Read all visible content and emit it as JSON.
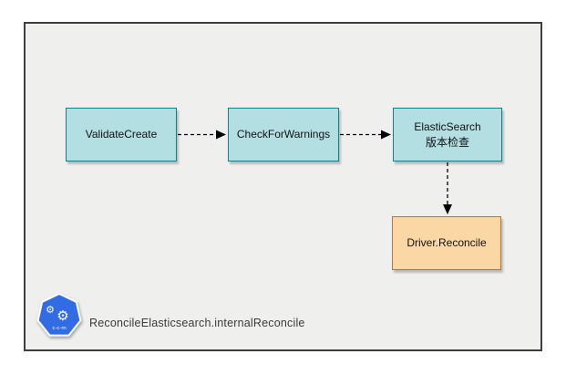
{
  "diagram": {
    "caption": "ReconcileElasticsearch.internalReconcile",
    "logo": {
      "name": "kubernetes-controller-manager-logo",
      "label": "c-c-m"
    },
    "nodes": [
      {
        "id": "validate-create",
        "label": "ValidateCreate",
        "style": "teal"
      },
      {
        "id": "check-for-warnings",
        "label": "CheckForWarnings",
        "style": "teal"
      },
      {
        "id": "elasticsearch-version-check",
        "label": "ElasticSearch",
        "label2": "版本检查",
        "style": "teal"
      },
      {
        "id": "driver-reconcile",
        "label": "Driver.Reconcile",
        "style": "orange"
      }
    ],
    "edges": [
      {
        "from": "ValidateCreate",
        "to": "CheckForWarnings",
        "style": "dashed-arrow",
        "direction": "right"
      },
      {
        "from": "CheckForWarnings",
        "to": "ElasticSearch 版本检查",
        "style": "dashed-arrow",
        "direction": "right"
      },
      {
        "from": "ElasticSearch 版本检查",
        "to": "Driver.Reconcile",
        "style": "dashed-arrow",
        "direction": "down"
      }
    ]
  },
  "colors": {
    "canvas_bg": "#efefee",
    "frame_border": "#3e3e3e",
    "teal_fill": "#b3dfe3",
    "teal_border": "#10808c",
    "orange_fill": "#fad7a5",
    "orange_border": "#b07a36",
    "arrow": "#000000",
    "logo_blue": "#326ce5",
    "caption_text": "#3a3a3a"
  }
}
